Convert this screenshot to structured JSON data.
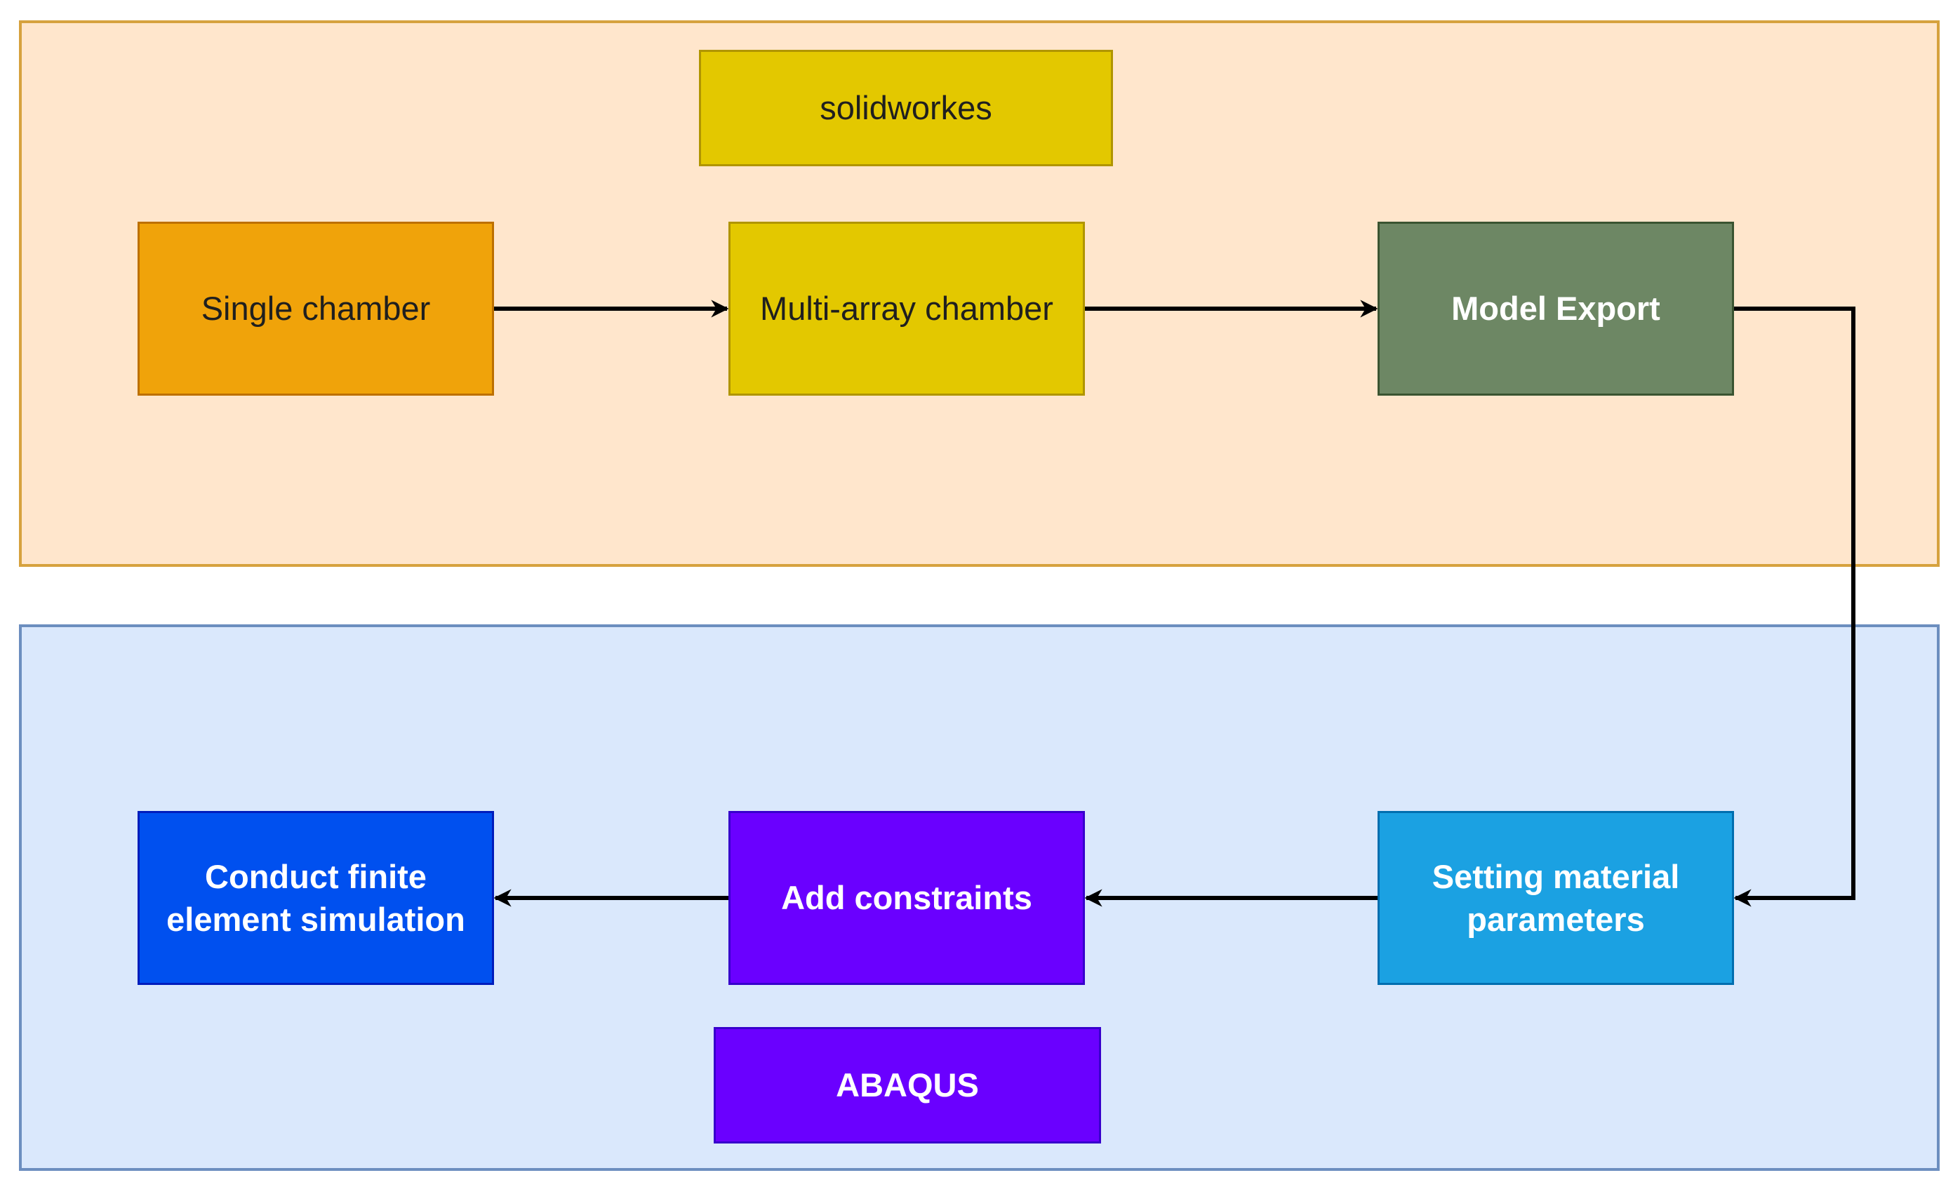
{
  "groups": {
    "solidworks": {
      "label": "solidworkes"
    },
    "abaqus": {
      "label": "ABAQUS"
    }
  },
  "nodes": {
    "single_chamber": "Single chamber",
    "multi_array_chamber": "Multi-array chamber",
    "model_export": "Model Export",
    "setting_material": "Setting material parameters",
    "add_constraints": "Add constraints",
    "conduct_fe": "Conduct finite element simulation"
  },
  "colors": {
    "panel_top_fill": "#ffe6cc",
    "panel_top_border": "#d6a23e",
    "panel_bottom_fill": "#dae8fc",
    "panel_bottom_border": "#6c8ebf",
    "yellow": "#e3c800",
    "orange": "#f0a30a",
    "olive_green": "#6d8764",
    "light_blue": "#1ba1e2",
    "violet": "#6a00ff",
    "blue": "#0050ef",
    "edge": "#000000"
  },
  "edges": [
    {
      "from": "single_chamber",
      "to": "multi_array_chamber"
    },
    {
      "from": "multi_array_chamber",
      "to": "model_export"
    },
    {
      "from": "model_export",
      "to": "setting_material"
    },
    {
      "from": "setting_material",
      "to": "add_constraints"
    },
    {
      "from": "add_constraints",
      "to": "conduct_fe"
    }
  ]
}
